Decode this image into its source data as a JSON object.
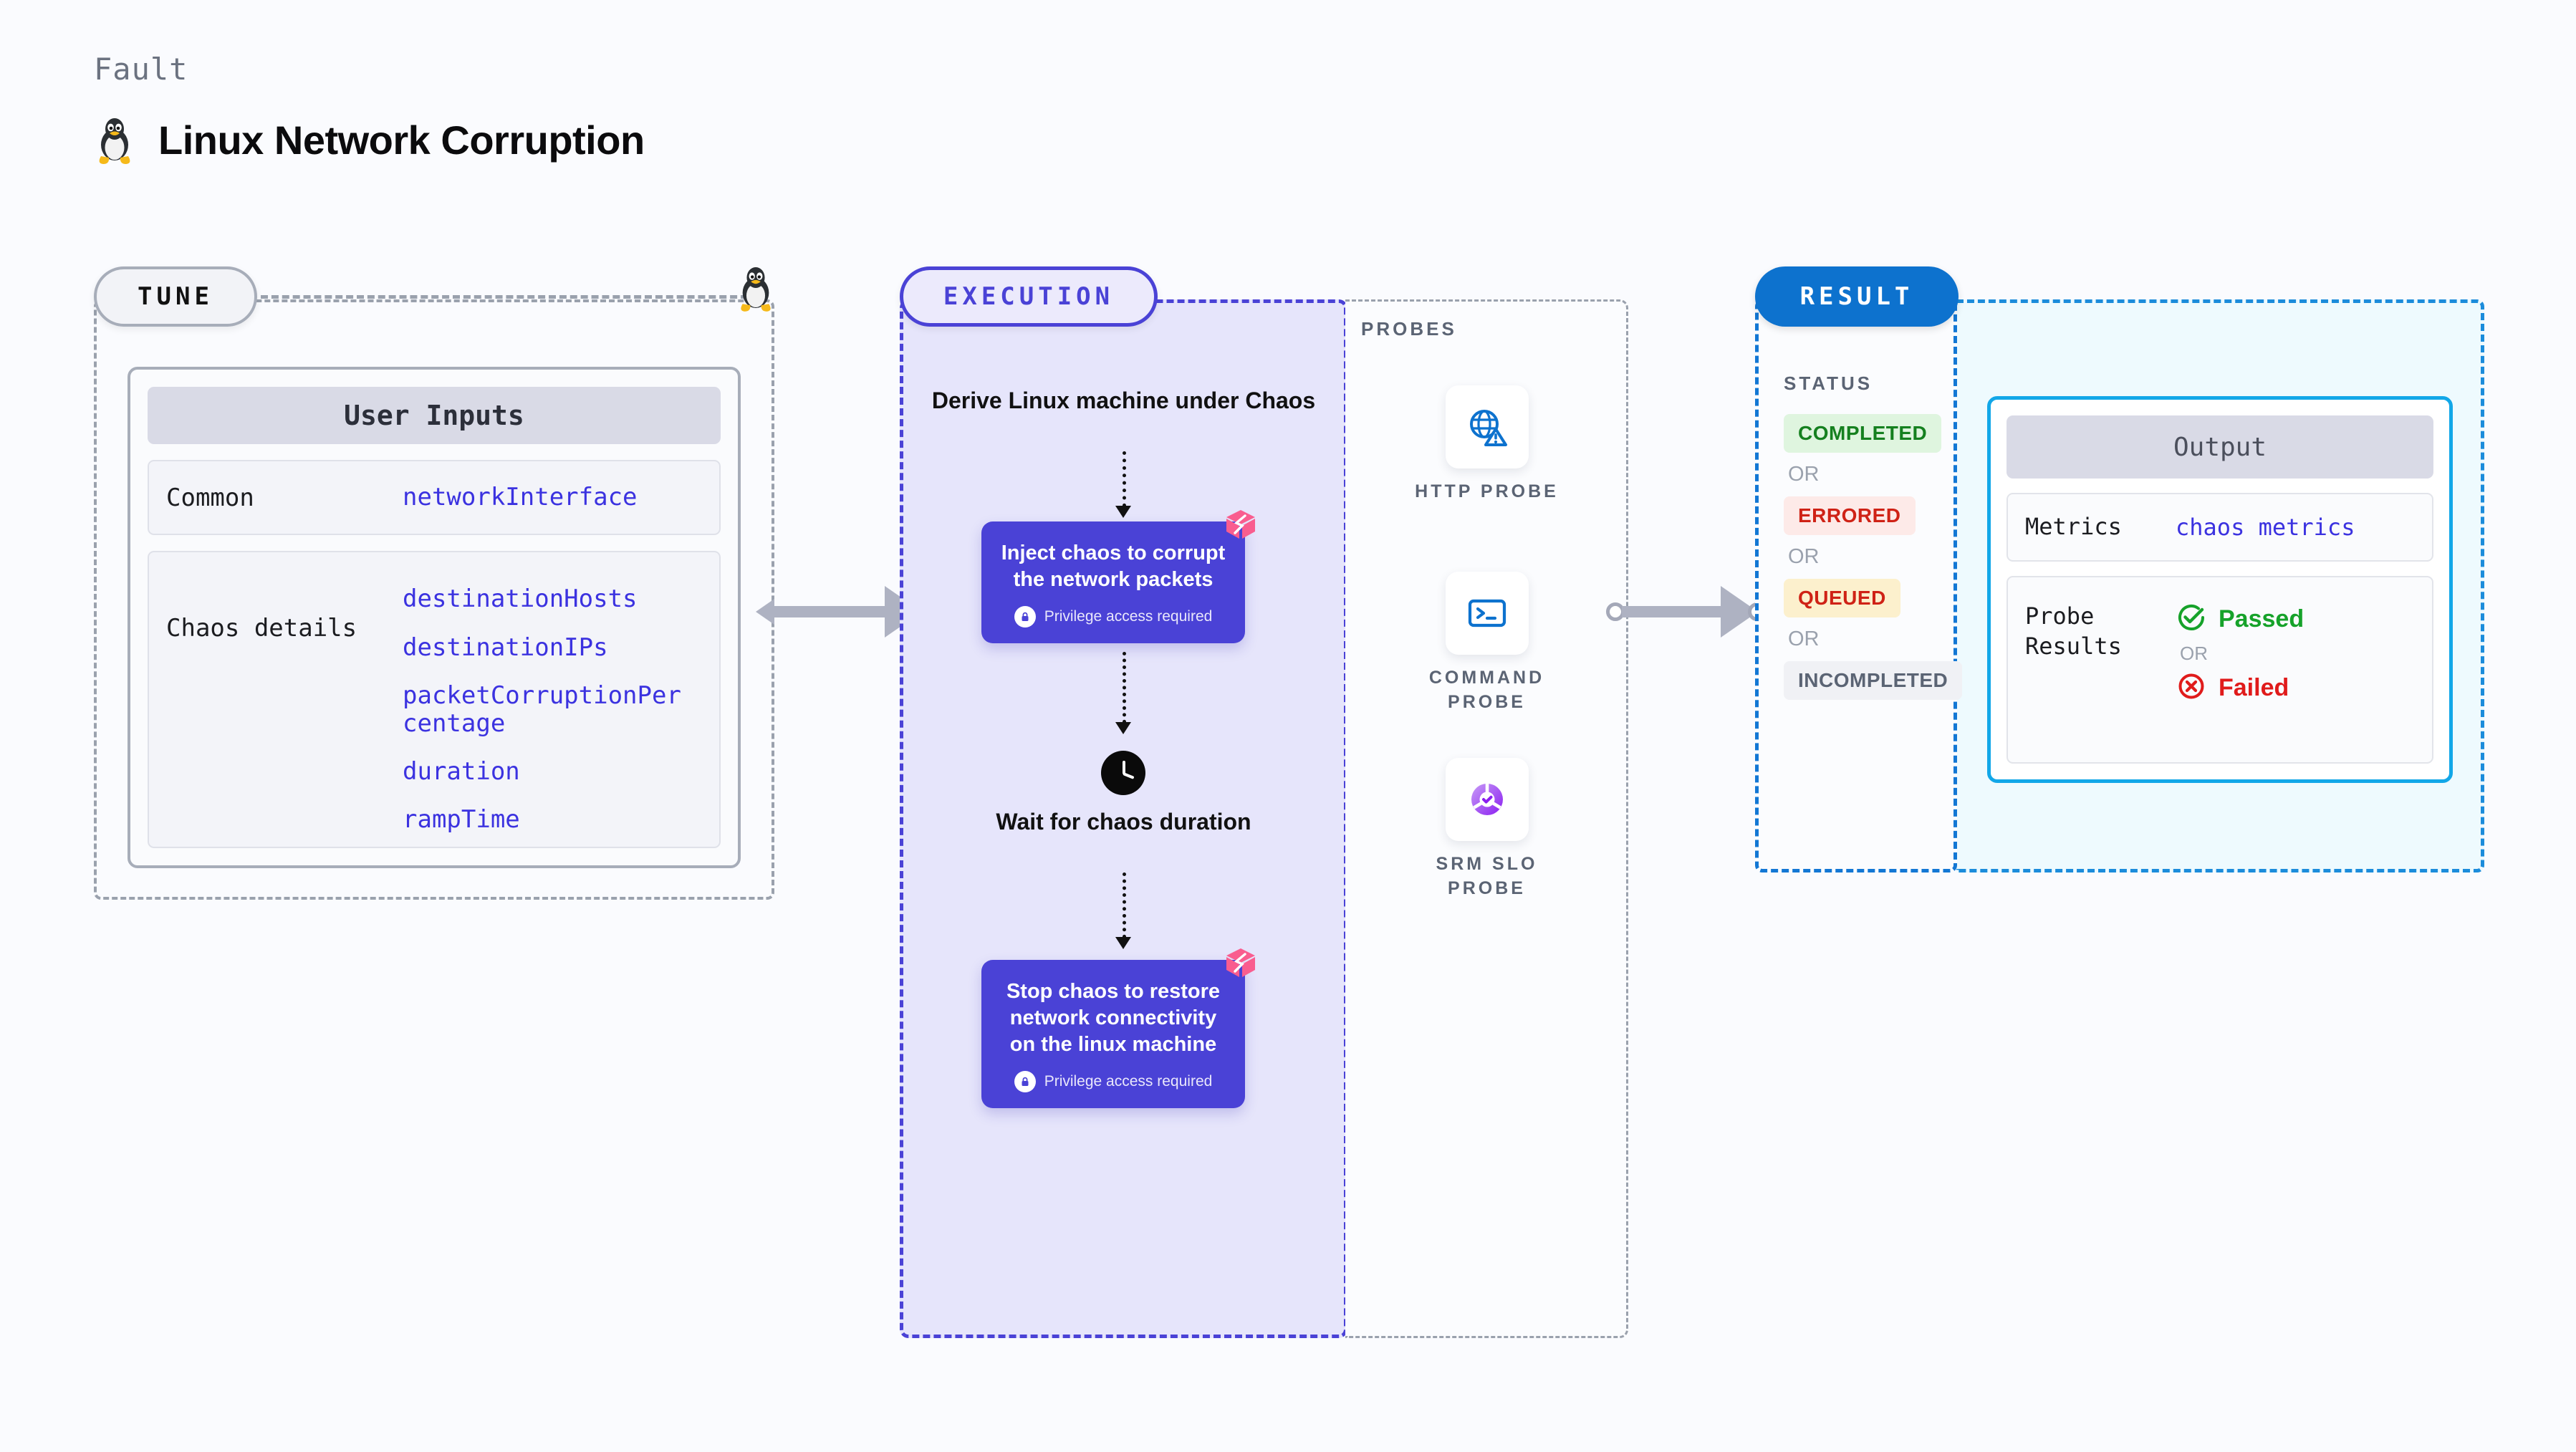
{
  "header": {
    "kicker": "Fault",
    "title": "Linux Network Corruption",
    "icon": "linux-tux-icon"
  },
  "tune": {
    "pill_label": "TUNE",
    "card_title": "User Inputs",
    "rows": [
      {
        "key": "Common",
        "values": [
          "networkInterface"
        ]
      },
      {
        "key": "Chaos details",
        "values": [
          "destinationHosts",
          "destinationIPs",
          "packetCorruptionPercentage",
          "duration",
          "rampTime"
        ]
      }
    ]
  },
  "execution": {
    "pill_label": "EXECUTION",
    "steps": [
      {
        "type": "title",
        "text": "Derive Linux machine under Chaos"
      },
      {
        "type": "node",
        "text": "Inject chaos to corrupt the network packets",
        "privilege": "Privilege access required",
        "badge": "harness-logo-icon"
      },
      {
        "type": "wait",
        "text": "Wait for chaos duration",
        "icon": "clock-icon"
      },
      {
        "type": "node",
        "text": "Stop chaos to restore network connectivity on the linux machine",
        "privilege": "Privilege access required",
        "badge": "harness-logo-icon"
      }
    ]
  },
  "probes": {
    "title": "PROBES",
    "items": [
      {
        "label": "HTTP PROBE",
        "icon": "globe-warning-icon"
      },
      {
        "label": "COMMAND\nPROBE",
        "icon": "terminal-icon"
      },
      {
        "label": "SRM SLO\nPROBE",
        "icon": "slo-donut-check-icon"
      }
    ]
  },
  "result": {
    "pill_label": "RESULT",
    "status_title": "STATUS",
    "or_label": "OR",
    "statuses": [
      {
        "label": "COMPLETED",
        "style": "b-completed"
      },
      {
        "label": "ERRORED",
        "style": "b-errored"
      },
      {
        "label": "QUEUED",
        "style": "b-queued"
      },
      {
        "label": "INCOMPLETED",
        "style": "b-incompleted"
      }
    ]
  },
  "output": {
    "card_title": "Output",
    "metrics_key": "Metrics",
    "metrics_value": "chaos metrics",
    "probe_results_key": "Probe Results",
    "passed_label": "Passed",
    "failed_label": "Failed",
    "or_label": "OR"
  },
  "colors": {
    "background": "#fafbfe",
    "accent_purple": "#4a42d6",
    "accent_blue": "#0d72ce",
    "output_border": "#12a7e8",
    "value_text": "#3b32e0",
    "pink_badge": "#f95d8f",
    "pass_green": "#16a22a",
    "fail_red": "#e01b1b"
  }
}
